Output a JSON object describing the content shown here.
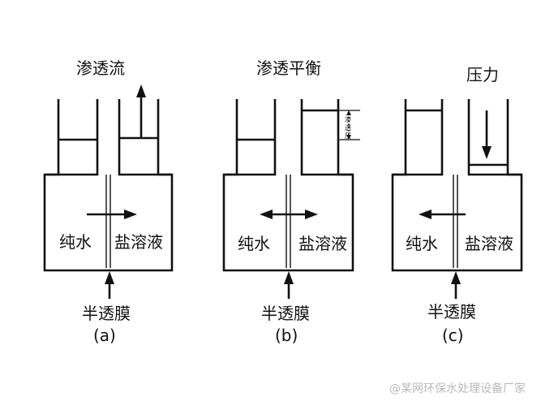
{
  "panels": [
    {
      "id": "a",
      "title": "渗透流",
      "left_label": "纯水",
      "right_label": "盐溶液",
      "membrane_label": "半透膜",
      "caption": "(a)"
    },
    {
      "id": "b",
      "title": "渗透平衡",
      "left_label": "纯水",
      "right_label": "盐溶液",
      "membrane_label": "半透膜",
      "caption": "(b)",
      "pressure_annotation": [
        "渗",
        "透",
        "压"
      ]
    },
    {
      "id": "c",
      "title": "压力",
      "left_label": "纯水",
      "right_label": "盐溶液",
      "membrane_label": "半透膜",
      "caption": "(c)"
    }
  ],
  "watermark": "@某网环保水处理设备厂家"
}
